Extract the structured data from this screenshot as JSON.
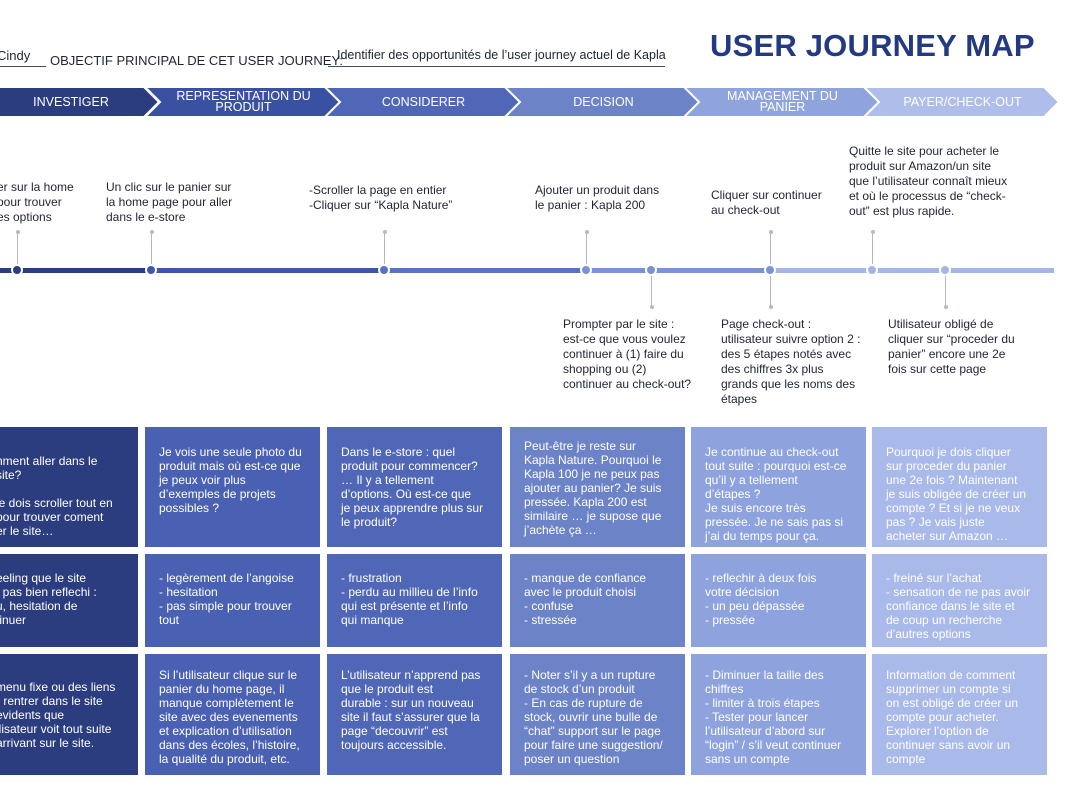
{
  "header": {
    "author": "Cindy",
    "objective_label": "OBJECTIF PRINCIPAL DE CET USER JOURNEY:",
    "objective_value": "Identifier des opportunités de l’user journey actuel de Kapla",
    "title": "USER JOURNEY MAP"
  },
  "stages": [
    {
      "label": "INVESTIGER",
      "color": "#2b3d7e"
    },
    {
      "label": "REPRESENTATION DU PRODUIT",
      "color": "#3a50a0"
    },
    {
      "label": "CONSIDERER",
      "color": "#5067b8"
    },
    {
      "label": "DECISION",
      "color": "#6c83c8"
    },
    {
      "label": "MANAGEMENT DU PANIER",
      "color": "#8fa4dc"
    },
    {
      "label": "PAYER/CHECK-OUT",
      "color": "#aebde9"
    }
  ],
  "steps_top": [
    "er sur la home\npour trouver\nes options",
    "Un clic sur le panier sur\nla home page pour aller\ndans le e-store",
    "-Scroller la page en entier\n-Cliquer sur “Kapla Nature”",
    "Ajouter un produit dans\nle panier : Kapla 200",
    "Cliquer sur continuer\nau check-out",
    "Quitte le site pour acheter le\nproduit sur Amazon/un site\nque l’utilisateur connaît mieux\net où le processus de “check-\nout” est plus rapide."
  ],
  "steps_bottom": [
    "Prompter par le site :\nest-ce que vous voulez\ncontinuer à (1) faire du\nshopping ou (2)\ncontinuer au check-out?",
    "Page check-out :\nutilisateur suivre option 2 :\ndes 5 étapes notés avec\ndes chiffres 3x plus\ngrands que les noms des\nétapes",
    "Utilisateur obligé de\ncliquer sur “proceder du\npanier” encore une 2e\nfois sur cette page"
  ],
  "rows": [
    {
      "cells": [
        "nment aller dans le site?\n\n je dois scroller tout en\n pour trouver coment\ner le site…",
        "Je vois une seule photo du\nproduit mais où est-ce que\nje peux voir plus\nd’exemples de projets\npossibles ?",
        "Dans le e-store : quel\nproduit pour commencer?\n… Il y a tellement\nd’options. Où est-ce que\nje peux apprendre plus sur\nle produit?",
        "Peut-être je reste sur\nKapla Nature. Pourquoi le\nKapla 100 je ne peux pas\najouter au panier? Je suis\npressée. Kapla 200 est\nsimilaire … je supose que\nj’achète ça …",
        "Je continue au check-out\ntout suite :  pourquoi est-ce\nqu’il y a tellement\nd’étapes ?\nJe suis encore très\npressée. Je ne sais pas si\nj’ai du temps pour ça.",
        "Pourquoi je dois cliquer\nsur proceder du panier\nune 2e fois ? Maintenant\nje suis obligée de créer un\ncompte ? Et si je ne veux\npas ? Je vais juste\nacheter sur Amazon …"
      ]
    },
    {
      "cells": [
        "eeling que le site\nt pas bien reflechi :\nu, hesitation de\ntinuer",
        "- legèrement de l’angoise\n- hesitation\n- pas simple pour trouver\n   tout",
        "- frustration\n- perdu au millieu de l’info\n   qui est présente et l’info\n   qui manque",
        "- manque de confiance\n   avec le produit choisi\n- confuse\n- stressée",
        "- reflechir à deux fois\n   votre décision\n- un peu dépassée\n- pressée",
        "- freiné sur l’achat\n- sensation de ne pas avoir\n  confiance dans le site et\n  de coup un recherche\n  d’autres options"
      ]
    },
    {
      "cells": [
        "menu fixe ou des liens\nr rentrer dans le site\n evidents que\nilisateur voit tout suite\narrivant sur le site.",
        "Si l’utilisateur clique sur le\npanier du home page, il\nmanque complètement le\nsite avec des evenements\net explication d’utilisation\ndans des écoles, l’histoire,\nla qualité du produit, etc.",
        "L’utilisateur n’apprend pas\nque le produit est\ndurable : sur un nouveau\nsite il faut s’assurer que la\npage “decouvrir” est\ntoujours accessible.",
        "- Noter s’il y a un rupture\n  de stock d’un produit\n- En cas de rupture de\n  stock, ouvrir une bulle de\n  “chat” support sur le page\n  pour faire une suggestion/\n  poser un question",
        "- Diminuer la taille des\n  chiffres\n- limiter à trois étapes\n- Tester pour lancer\n  l’utilisateur d’abord sur\n  “login” / s’il veut continuer\n  sans un compte",
        "Information de comment\nsupprimer un compte si\non est obligé de créer un\ncompte pour acheter.\nExplorer l’option de\ncontinuer sans avoir un\ncompte"
      ]
    }
  ],
  "colors": {
    "columns": [
      "#2b3d7e",
      "#4a60b2",
      "#5067b8",
      "#6c83c8",
      "#8ea3de",
      "#a9b9e9"
    ],
    "timeline": [
      "#2b3d7e",
      "#3f55aa",
      "#5a72c2",
      "#7c92d4",
      "#a4b5e6"
    ]
  }
}
